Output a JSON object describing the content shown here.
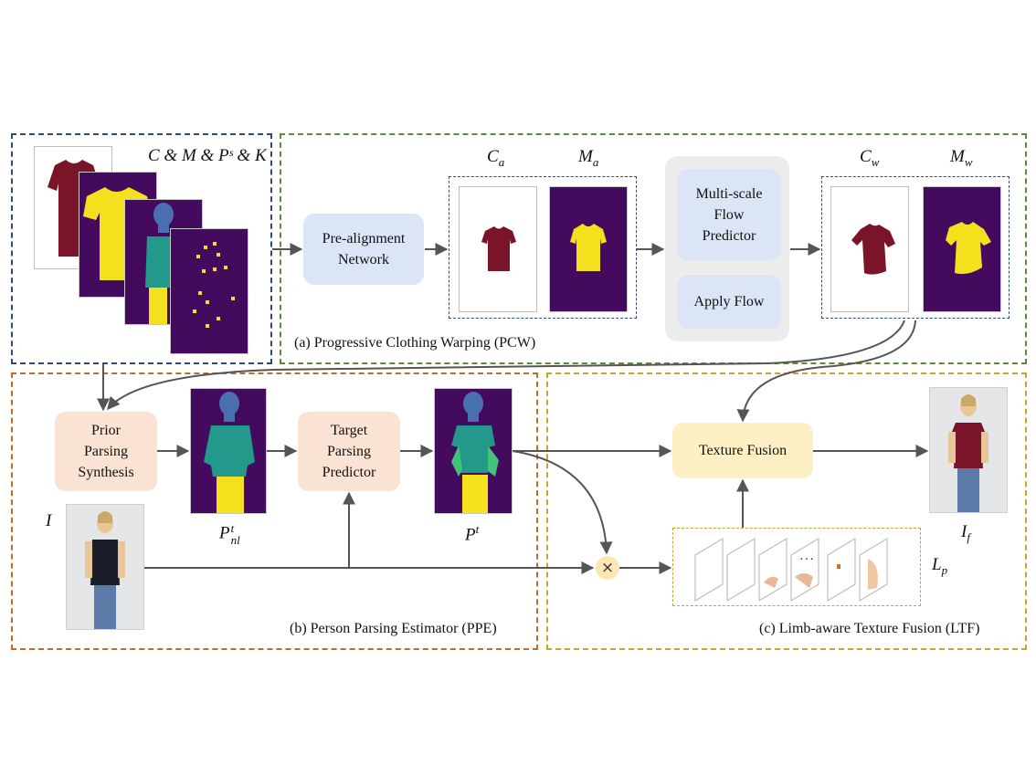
{
  "inputs_label": "C & M & Pˢ & K",
  "pcw": {
    "title": "(a) Progressive Clothing Warping (PCW)",
    "prealign": "Pre-alignment\nNetwork",
    "ca": {
      "base": "C",
      "sub": "a"
    },
    "ma": {
      "base": "M",
      "sub": "a"
    },
    "flow_predictor": "Multi-scale\nFlow\nPredictor",
    "apply_flow": "Apply Flow",
    "cw": {
      "base": "C",
      "sub": "w"
    },
    "mw": {
      "base": "M",
      "sub": "w"
    }
  },
  "ppe": {
    "title": "(b) Person Parsing Estimator (PPE)",
    "prior": "Prior\nParsing\nSynthesis",
    "pnl": {
      "base": "P",
      "sub": "nl",
      "sup": "t"
    },
    "target": "Target\nParsing\nPredictor",
    "pt": {
      "base": "P",
      "sup": "t"
    },
    "input_i": "I"
  },
  "ltf": {
    "title": "(c) Limb-aware Texture Fusion (LTF)",
    "texture_fusion": "Texture Fusion",
    "multiply": "×",
    "ellipsis": "···",
    "lp": {
      "base": "L",
      "sub": "p"
    },
    "if": {
      "base": "I",
      "sub": "f"
    }
  },
  "colors": {
    "inputs_border": "#2e4a7a",
    "pcw_border": "#5a8a3a",
    "ppe_border": "#c46a26",
    "ltf_border": "#c9a52a",
    "arrow": "#555555",
    "mask_bg": "#440a5e",
    "mask_yellow": "#f5e01d",
    "parsing_teal": "#22998a",
    "parsing_green": "#3fc47a",
    "garment": "#7a1428"
  }
}
